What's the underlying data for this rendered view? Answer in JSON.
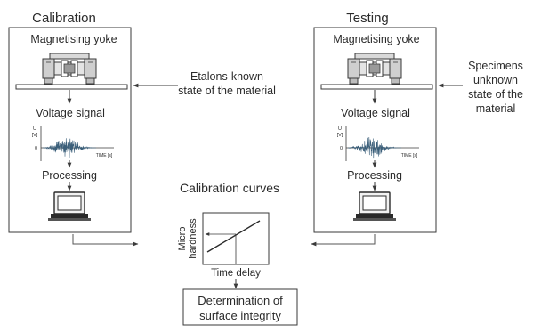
{
  "calibration": {
    "title": "Calibration",
    "yoke_label": "Magnetising yoke",
    "side_note_lines": [
      "Etalons-known",
      "state of the material"
    ],
    "signal_label": "Voltage signal",
    "plot_y_unit": [
      "U",
      "[V]"
    ],
    "plot_y_zero": "0",
    "plot_x_label": "TIME [s]",
    "processing_label": "Processing"
  },
  "testing": {
    "title": "Testing",
    "yoke_label": "Magnetising yoke",
    "side_note_lines": [
      "Specimens",
      "unknown",
      "state of the",
      "material"
    ],
    "signal_label": "Voltage signal",
    "plot_y_unit": [
      "U",
      "[V]"
    ],
    "plot_y_zero": "0",
    "plot_x_label": "TIME [s]",
    "processing_label": "Processing"
  },
  "curves": {
    "title": "Calibration curves",
    "y_axis_lines": [
      "Micro",
      "hardness"
    ],
    "x_axis_label": "Time delay"
  },
  "result": {
    "lines": [
      "Determination of",
      "surface integrity"
    ]
  },
  "colors": {
    "line": "#3a3a3a",
    "signal": "#3b5f7a",
    "text": "#2a2a2a"
  }
}
